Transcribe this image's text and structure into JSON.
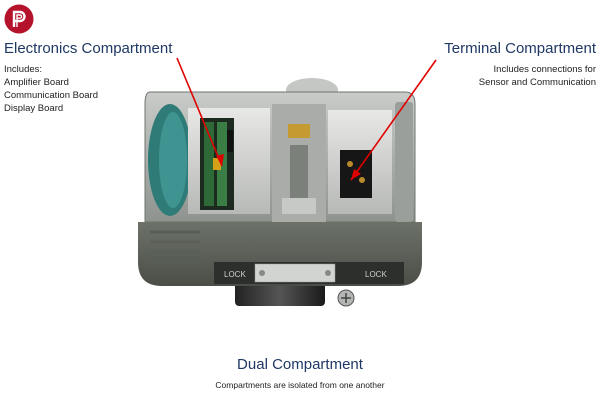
{
  "electronics": {
    "title": "Electronics Compartment",
    "lines": [
      "Includes:",
      "Amplifier Board",
      "Communication Board",
      "Display Board"
    ]
  },
  "terminal": {
    "title": "Terminal Compartment",
    "lines": [
      "Includes connections for",
      "Sensor and Communication"
    ]
  },
  "device": {
    "lock_left": "LOCK",
    "lock_right": "LOCK"
  },
  "footer": {
    "title": "Dual Compartment",
    "subtitle": "Compartments are isolated from one another"
  },
  "colors": {
    "heading": "#1f3864",
    "arrow": "#e00000",
    "logo": "#b5122b"
  },
  "icons": [
    "logo-icon"
  ]
}
